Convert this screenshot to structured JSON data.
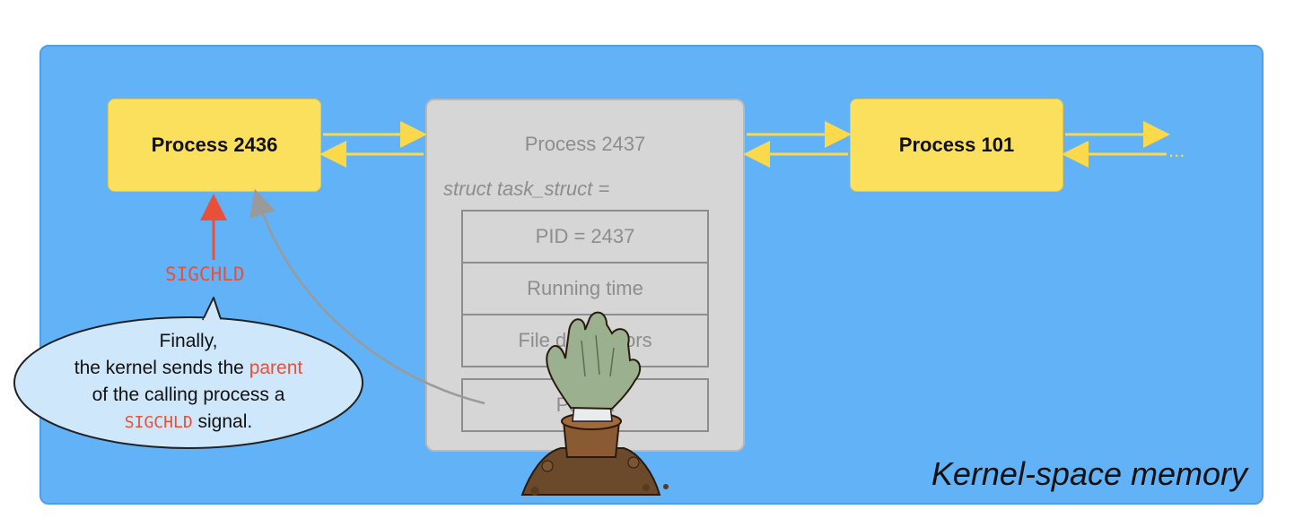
{
  "kernel_label": "Kernel-space memory",
  "processes": {
    "left": "Process 2436",
    "ghost": "Process 2437",
    "right": "Process 101"
  },
  "struct_label": "struct task_struct =",
  "fields": {
    "pid": "PID = 2437",
    "running_time": "Running time",
    "file_descriptors": "File descriptors",
    "parent": "Parent"
  },
  "ellipsis": "...",
  "signal_label": "SIGCHLD",
  "bubble": {
    "line1": "Finally,",
    "line2_pre": "the kernel sends the ",
    "line2_highlight": "parent",
    "line3": "of the calling process a",
    "line4_code": "SIGCHLD",
    "line4_post": " signal."
  },
  "colors": {
    "kernel_bg": "#62b2f7",
    "process_fill": "#fbe05e",
    "ghost_fill": "#d6d6d6",
    "signal": "#e8503a",
    "bubble_fill": "#cfe7fb"
  },
  "icons": {
    "zombie": "zombie-hand-icon"
  }
}
